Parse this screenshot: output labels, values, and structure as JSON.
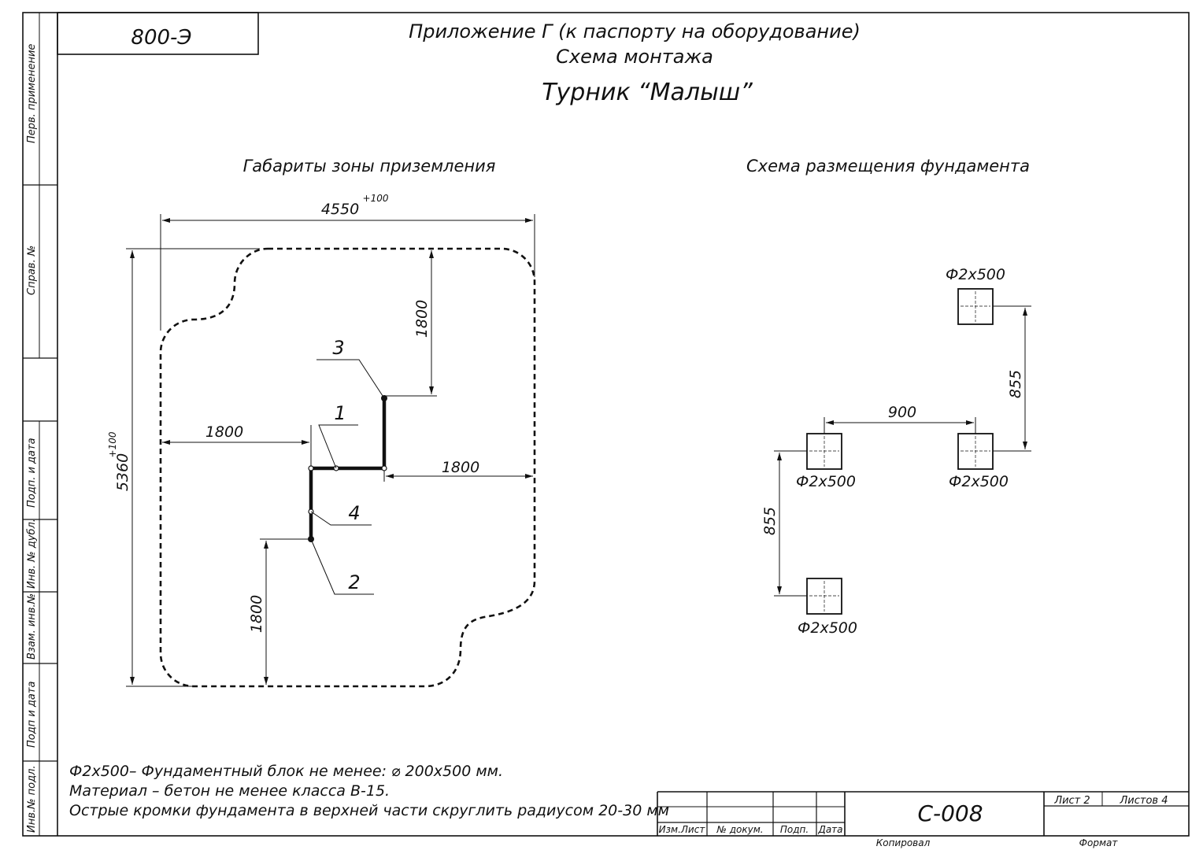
{
  "doc_code_box": "800-Э",
  "header": {
    "line1": "Приложение Г (к паспорту на оборудование)",
    "line2": "Схема монтажа",
    "title": "Турник “Малыш”"
  },
  "side_stamp": {
    "perv_primenenie": "Перв. применение",
    "sprav_no": "Справ. №",
    "podp_i_data_1": "Подп. и дата",
    "inv_no_dubl": "Инв. № дубл.",
    "vzam_inv_no": "Взам. инв.№",
    "podp_i_data_2": "Подп и дата",
    "inv_no_podl": "Инв.№ подл."
  },
  "landing_zone": {
    "title": "Габариты зоны приземления",
    "width_dim": "4550",
    "width_tol": "+100",
    "height_dim": "5360",
    "height_tol": "+100",
    "dim_top": "1800",
    "dim_left": "1800",
    "dim_right": "1800",
    "dim_bottom": "1800",
    "callouts": [
      "1",
      "2",
      "3",
      "4"
    ]
  },
  "foundation": {
    "title": "Схема размещения фундамента",
    "block_labels": [
      "Ф2х500",
      "Ф2х500",
      "Ф2х500",
      "Ф2х500"
    ],
    "dim_horizontal": "900",
    "dim_vertical_right": "855",
    "dim_vertical_left": "855"
  },
  "notes": [
    "Ф2х500– Фундаментный блок не менее: ⌀ 200х500 мм.",
    "Материал – бетон не менее класса В-15.",
    "Острые кромки фундамента в верхней части скруглить радиусом 20-30 мм"
  ],
  "title_block": {
    "izm_list": "Изм.Лист",
    "no_dokum": "№ докум.",
    "podp": "Подп.",
    "data": "Дата",
    "designation": "С-008",
    "list_label": "Лист 2",
    "listov_label": "Листов 4",
    "kopiroval": "Копировал",
    "format": "Формат"
  }
}
